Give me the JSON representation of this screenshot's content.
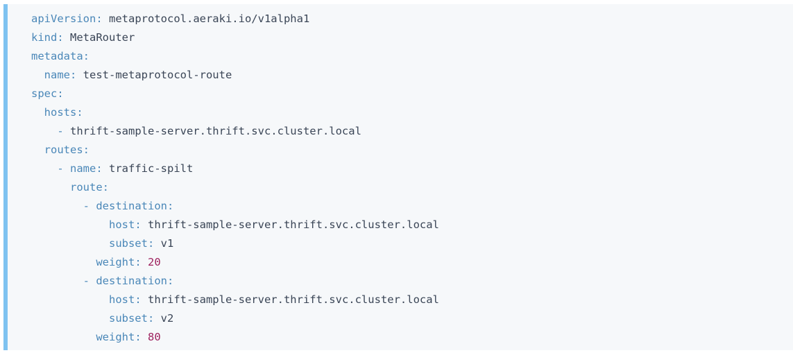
{
  "editor": {
    "language": "yaml",
    "accent_color": "#7ec2f0",
    "background_color": "#f6f8fa",
    "key_color": "#4a87b8",
    "value_color": "#3a4556",
    "number_color": "#9e215e"
  },
  "document": {
    "apiVersion": "metaprotocol.aeraki.io/v1alpha1",
    "kind": "MetaRouter",
    "metadata_name": "test-metaprotocol-route",
    "host": "thrift-sample-server.thrift.svc.cluster.local",
    "route_name": "traffic-spilt",
    "destinations": [
      {
        "host": "thrift-sample-server.thrift.svc.cluster.local",
        "subset": "v1",
        "weight": "20"
      },
      {
        "host": "thrift-sample-server.thrift.svc.cluster.local",
        "subset": "v2",
        "weight": "80"
      }
    ]
  },
  "lines": [
    {
      "indent": "",
      "key": "apiVersion",
      "colon": ":",
      "value": " metaprotocol.aeraki.io/v1alpha1",
      "kind": "string"
    },
    {
      "indent": "",
      "key": "kind",
      "colon": ":",
      "value": " MetaRouter",
      "kind": "string"
    },
    {
      "indent": "",
      "key": "metadata",
      "colon": ":",
      "value": "",
      "kind": "map"
    },
    {
      "indent": "  ",
      "key": "name",
      "colon": ":",
      "value": " test-metaprotocol-route",
      "kind": "string"
    },
    {
      "indent": "",
      "key": "spec",
      "colon": ":",
      "value": "",
      "kind": "map"
    },
    {
      "indent": "  ",
      "key": "hosts",
      "colon": ":",
      "value": "",
      "kind": "seq"
    },
    {
      "indent": "    ",
      "dash": "- ",
      "key": "",
      "colon": "",
      "value": "thrift-sample-server.thrift.svc.cluster.local",
      "kind": "item"
    },
    {
      "indent": "  ",
      "key": "routes",
      "colon": ":",
      "value": "",
      "kind": "seq"
    },
    {
      "indent": "    ",
      "dash": "- ",
      "key": "name",
      "colon": ":",
      "value": " traffic-spilt",
      "kind": "string"
    },
    {
      "indent": "      ",
      "key": "route",
      "colon": ":",
      "value": "",
      "kind": "seq"
    },
    {
      "indent": "        ",
      "dash": "- ",
      "key": "destination",
      "colon": ":",
      "value": "",
      "kind": "map"
    },
    {
      "indent": "            ",
      "key": "host",
      "colon": ":",
      "value": " thrift-sample-server.thrift.svc.cluster.local",
      "kind": "string"
    },
    {
      "indent": "            ",
      "key": "subset",
      "colon": ":",
      "value": " v1",
      "kind": "string"
    },
    {
      "indent": "          ",
      "key": "weight",
      "colon": ":",
      "value": " 20",
      "kind": "number"
    },
    {
      "indent": "        ",
      "dash": "- ",
      "key": "destination",
      "colon": ":",
      "value": "",
      "kind": "map"
    },
    {
      "indent": "            ",
      "key": "host",
      "colon": ":",
      "value": " thrift-sample-server.thrift.svc.cluster.local",
      "kind": "string"
    },
    {
      "indent": "            ",
      "key": "subset",
      "colon": ":",
      "value": " v2",
      "kind": "string"
    },
    {
      "indent": "          ",
      "key": "weight",
      "colon": ":",
      "value": " 80",
      "kind": "number"
    }
  ]
}
